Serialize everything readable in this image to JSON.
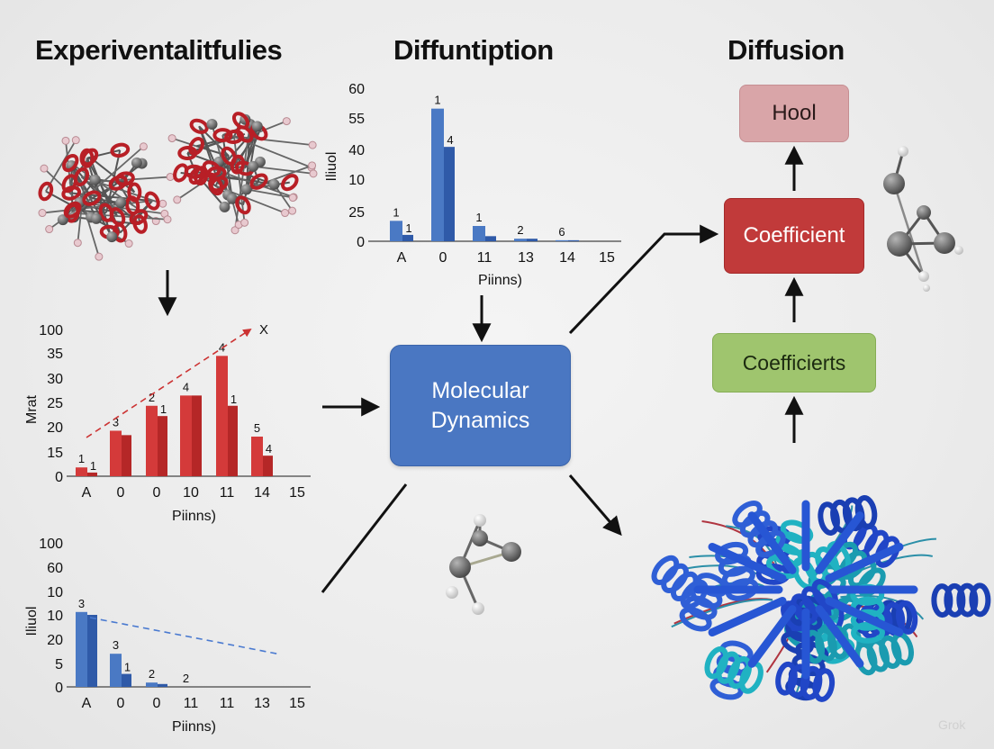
{
  "headings": {
    "left": "Experiventalitfulies",
    "center": "Diffuntiption",
    "right": "Diffusion"
  },
  "boxes": {
    "hool": "Hool",
    "coefficient": "Coefficient",
    "coefficients": "Coefficierts",
    "md_line1": "Molecular",
    "md_line2": "Dynamics"
  },
  "watermark": "Grok",
  "colors": {
    "red_bar": "#d43a3a",
    "red_bar_dark": "#b52727",
    "blue_bar": "#4a79c4",
    "blue_bar_dark": "#2f5aa8",
    "trend_red": "#cc3333",
    "trend_blue": "#4a7ad0",
    "arrow": "#111111"
  },
  "icons": [
    "molecule-cluster-icon",
    "small-molecule-icon",
    "protein-ribbon-icon"
  ],
  "chart_data": [
    {
      "id": "top-center",
      "type": "bar",
      "ylabel": "Iliuol",
      "xlabel": "Piinns)",
      "yticks": [
        "60",
        "55",
        "40",
        "10",
        "25",
        "0"
      ],
      "categories": [
        "A",
        "0",
        "11",
        "13",
        "14",
        "15"
      ],
      "bars": [
        {
          "cat": 0,
          "v1": 8.0,
          "v2": 2.5,
          "lab1": "1",
          "lab2": "1"
        },
        {
          "cat": 1,
          "v1": 52.0,
          "v2": 37.0,
          "lab1": "1",
          "lab2": "4"
        },
        {
          "cat": 2,
          "v1": 6.0,
          "v2": 2.0,
          "lab1": "1",
          "lab2": ""
        },
        {
          "cat": 3,
          "v1": 1.0,
          "v2": 1.0,
          "lab1": "2",
          "lab2": ""
        },
        {
          "cat": 4,
          "v1": 0.4,
          "v2": 0.4,
          "lab1": "6",
          "lab2": ""
        }
      ]
    },
    {
      "id": "middle-left",
      "type": "bar",
      "ylabel": "Mrat",
      "xlabel": "Piinns)",
      "yticks": [
        "100",
        "35",
        "30",
        "25",
        "20",
        "15",
        "0"
      ],
      "categories": [
        "A",
        "0",
        "0",
        "10",
        "11",
        "14",
        "15"
      ],
      "bars": [
        {
          "cat": 0,
          "v1": 6.0,
          "v2": 2.5,
          "lab1": "1",
          "lab2": "1"
        },
        {
          "cat": 1,
          "v1": 31.0,
          "v2": 28.0,
          "lab1": "3",
          "lab2": ""
        },
        {
          "cat": 2,
          "v1": 48.0,
          "v2": 41.0,
          "lab1": "2",
          "lab2": "1"
        },
        {
          "cat": 3,
          "v1": 55.0,
          "v2": 55.0,
          "lab1": "4",
          "lab2": ""
        },
        {
          "cat": 4,
          "v1": 82.0,
          "v2": 48.0,
          "lab1": "4",
          "lab2": "1"
        },
        {
          "cat": 5,
          "v1": 27.0,
          "v2": 14.0,
          "lab1": "5",
          "lab2": "4"
        }
      ],
      "trend_label": "X"
    },
    {
      "id": "bottom-left",
      "type": "bar",
      "ylabel": "Iliuol",
      "xlabel": "Piinns)",
      "yticks": [
        "100",
        "60",
        "10",
        "10",
        "20",
        "5",
        "0"
      ],
      "categories": [
        "A",
        "0",
        "0",
        "11",
        "11",
        "13",
        "15"
      ],
      "bars": [
        {
          "cat": 0,
          "v1": 52.0,
          "v2": 50.0,
          "lab1": "3",
          "lab2": ""
        },
        {
          "cat": 1,
          "v1": 23.0,
          "v2": 9.0,
          "lab1": "3",
          "lab2": "1"
        },
        {
          "cat": 2,
          "v1": 3.0,
          "v2": 2.0,
          "lab1": "2",
          "lab2": ""
        },
        {
          "cat": 3,
          "v1": 0.0,
          "v2": 0.0,
          "lab1": "2",
          "lab2": ""
        }
      ]
    }
  ]
}
